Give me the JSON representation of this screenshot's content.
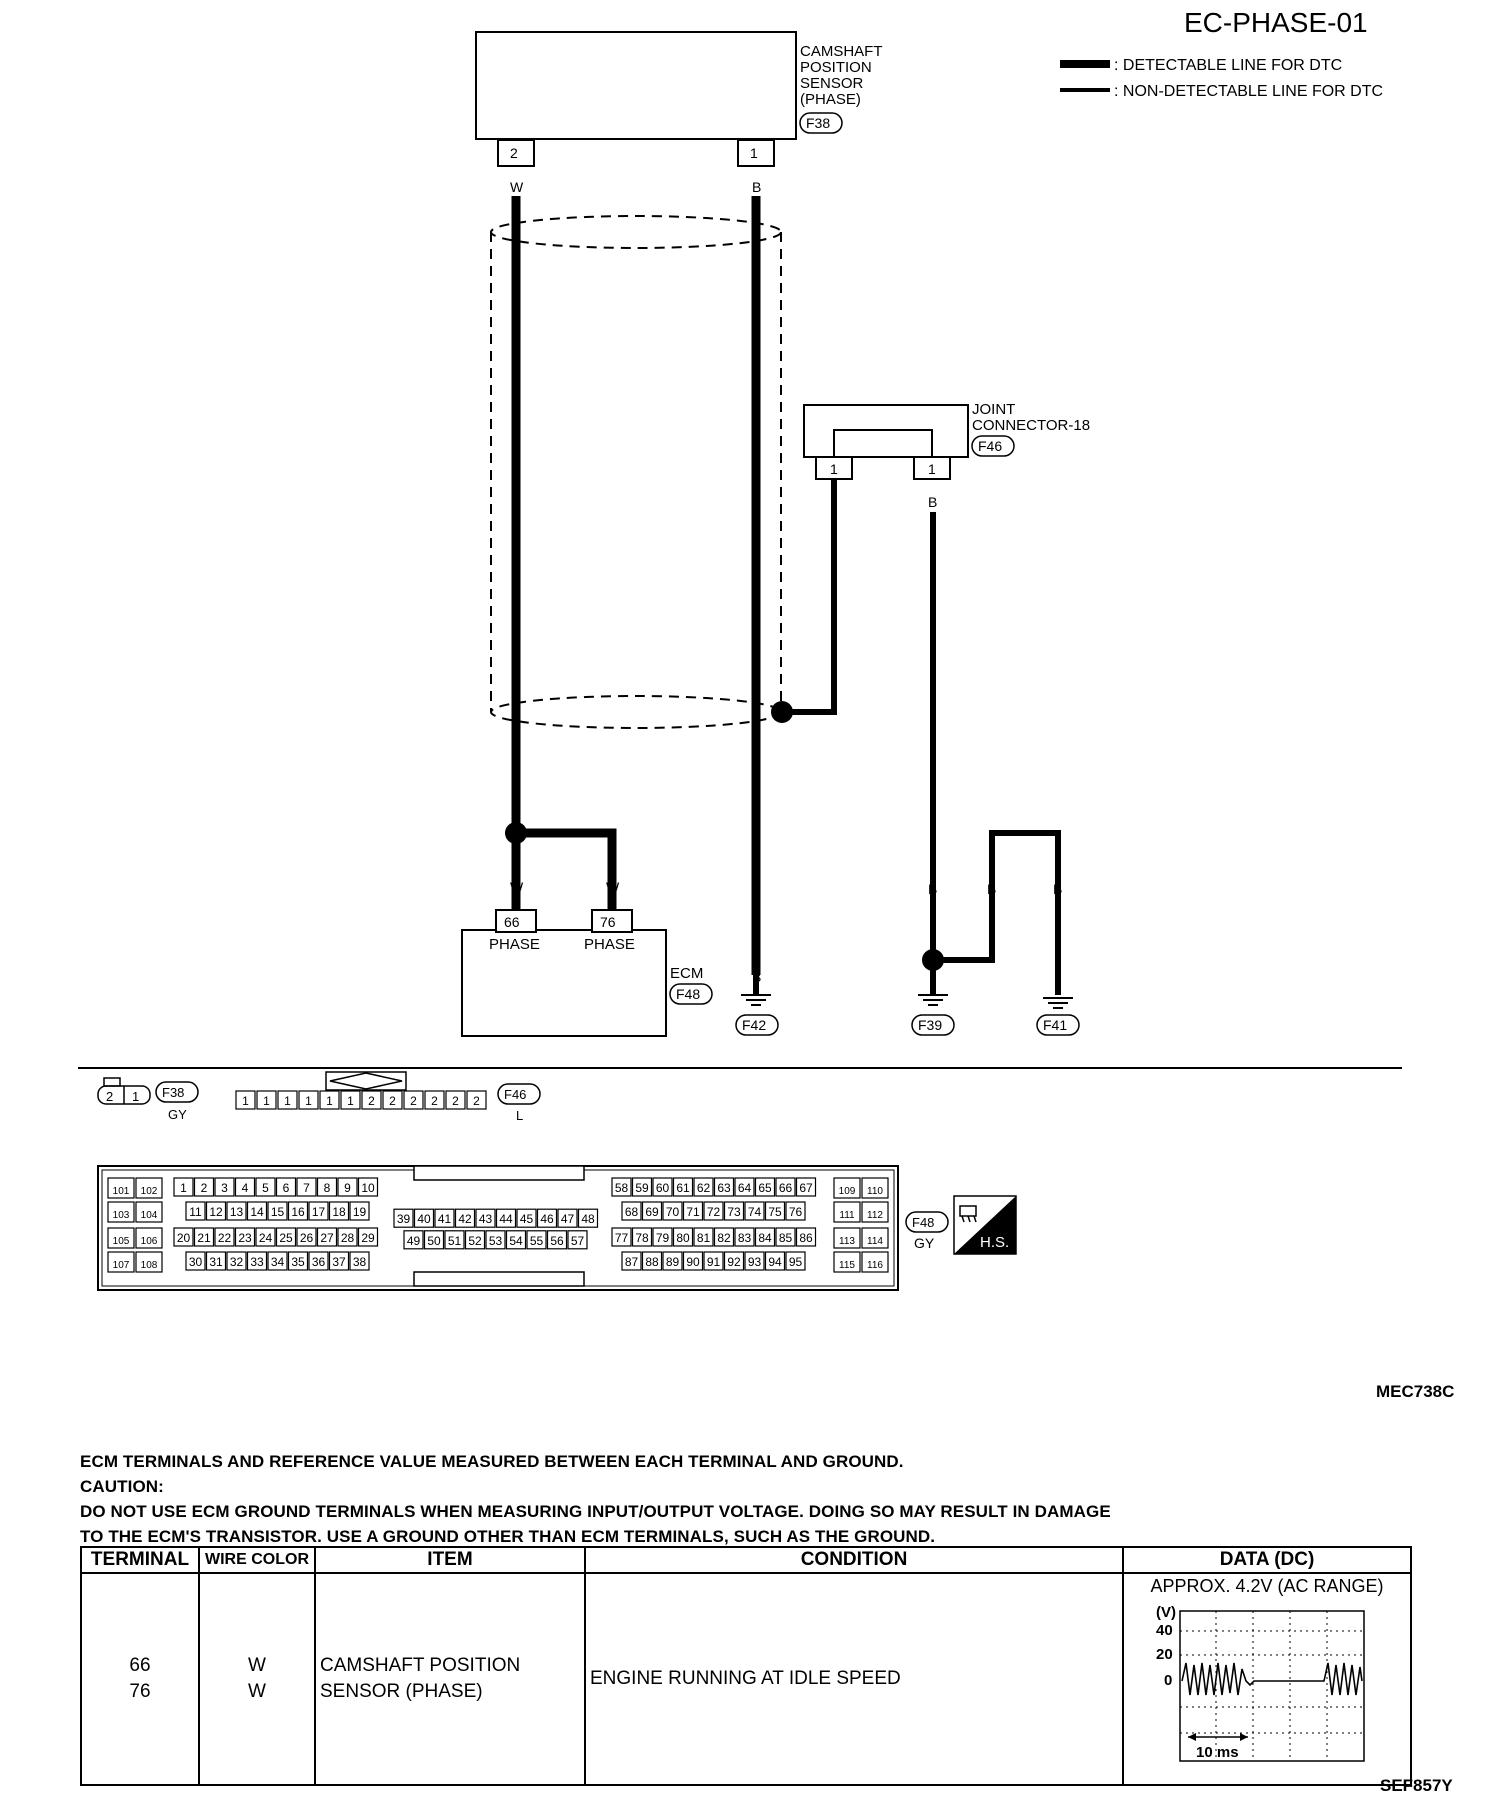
{
  "diagram": {
    "title": "EC-PHASE-01",
    "legend": [
      {
        "text": ": DETECTABLE LINE FOR DTC"
      },
      {
        "text": ": NON-DETECTABLE LINE FOR DTC"
      }
    ],
    "sensor": {
      "name_lines": [
        "CAMSHAFT",
        "POSITION",
        "SENSOR",
        "(PHASE)"
      ],
      "connector": "F38",
      "pin_a": "2",
      "pin_b": "1",
      "wire_a": "W",
      "wire_b": "B"
    },
    "joint": {
      "name_lines": [
        "JOINT",
        "CONNECTOR-18"
      ],
      "connector": "F46",
      "pin_a": "1",
      "pin_b": "1",
      "wire_b": "B"
    },
    "ecm": {
      "name": "ECM",
      "connector": "F48",
      "pin_a": "66",
      "pin_b": "76",
      "label_a": "PHASE",
      "label_b": "PHASE",
      "wire_a": "W",
      "wire_b": "W"
    },
    "grounds": {
      "g1": "F42",
      "g2": "F39",
      "g3": "F41",
      "w1": "B",
      "w2": "B",
      "w3": "B",
      "w4": "B"
    },
    "connectors": {
      "f38": {
        "id": "F38",
        "color": "GY",
        "pins": [
          "2",
          "1"
        ]
      },
      "f46": {
        "id": "F46",
        "color": "L",
        "pins": [
          "1",
          "1",
          "1",
          "1",
          "1",
          "1",
          "2",
          "2",
          "2",
          "2",
          "2",
          "2"
        ]
      },
      "f48": {
        "id": "F48",
        "color": "GY",
        "badge": "H.S.",
        "left_block": [
          [
            "101",
            "102"
          ],
          [
            "103",
            "104"
          ],
          [
            "105",
            "106"
          ],
          [
            "107",
            "108"
          ]
        ],
        "right_block": [
          [
            "109",
            "110"
          ],
          [
            "111",
            "112"
          ],
          [
            "113",
            "114"
          ],
          [
            "115",
            "116"
          ]
        ],
        "g1_r1": [
          "1",
          "2",
          "3",
          "4",
          "5",
          "6",
          "7",
          "8",
          "9",
          "10"
        ],
        "g1_r2": [
          "11",
          "12",
          "13",
          "14",
          "15",
          "16",
          "17",
          "18",
          "19"
        ],
        "g1_r3": [
          "20",
          "21",
          "22",
          "23",
          "24",
          "25",
          "26",
          "27",
          "28",
          "29"
        ],
        "g1_r4": [
          "30",
          "31",
          "32",
          "33",
          "34",
          "35",
          "36",
          "37",
          "38"
        ],
        "g2_r1": [
          "39",
          "40",
          "41",
          "42",
          "43",
          "44",
          "45",
          "46",
          "47",
          "48"
        ],
        "g2_r2": [
          "49",
          "50",
          "51",
          "52",
          "53",
          "54",
          "55",
          "56",
          "57"
        ],
        "g3_r1": [
          "58",
          "59",
          "60",
          "61",
          "62",
          "63",
          "64",
          "65",
          "66",
          "67"
        ],
        "g3_r2": [
          "68",
          "69",
          "70",
          "71",
          "72",
          "73",
          "74",
          "75",
          "76"
        ],
        "g3_r3": [
          "77",
          "78",
          "79",
          "80",
          "81",
          "82",
          "83",
          "84",
          "85",
          "86"
        ],
        "g3_r4": [
          "87",
          "88",
          "89",
          "90",
          "91",
          "92",
          "93",
          "94",
          "95"
        ]
      }
    },
    "figure_code": "MEC738C"
  },
  "notes": {
    "line1": "ECM TERMINALS AND REFERENCE VALUE MEASURED BETWEEN EACH TERMINAL AND GROUND.",
    "line2": "CAUTION:",
    "line3": "DO NOT USE ECM GROUND TERMINALS WHEN MEASURING INPUT/OUTPUT VOLTAGE. DOING SO MAY RESULT IN DAMAGE",
    "line4": "TO THE ECM'S TRANSISTOR. USE A GROUND OTHER THAN ECM TERMINALS, SUCH AS THE GROUND."
  },
  "table": {
    "headers": {
      "terminal": "TERMINAL",
      "wire_color": "WIRE COLOR",
      "item": "ITEM",
      "condition": "CONDITION",
      "data": "DATA (DC)"
    },
    "row": {
      "terminal_1": "66",
      "terminal_2": "76",
      "wire_1": "W",
      "wire_2": "W",
      "item_1": "CAMSHAFT POSITION",
      "item_2": "SENSOR (PHASE)",
      "condition": "ENGINE RUNNING AT IDLE SPEED",
      "data_title": "APPROX. 4.2V (AC RANGE)",
      "scope": {
        "unit": "(V)",
        "ticks": [
          "40",
          "20",
          "0"
        ],
        "time": "10 ms"
      }
    }
  },
  "figure_code_2": "SEF857Y"
}
